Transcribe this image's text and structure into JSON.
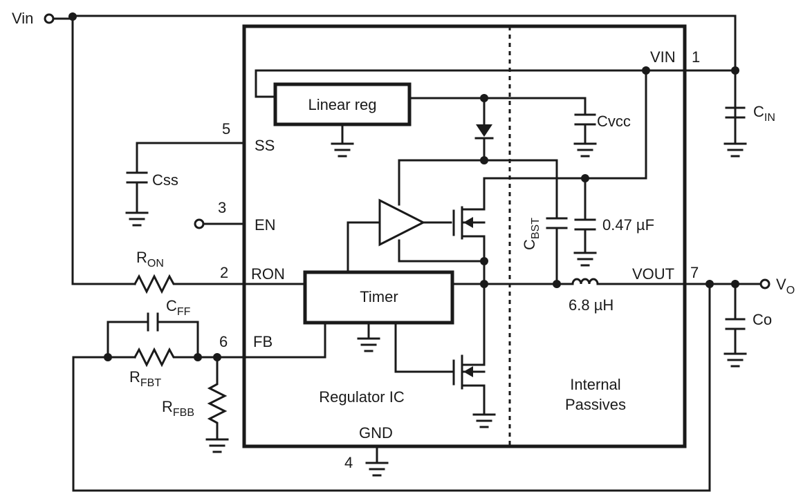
{
  "schematic": {
    "input_label": "Vin",
    "output_label": "V",
    "output_label_sub": "O",
    "ic_name": "Regulator IC",
    "internal_passives": [
      "Internal",
      "Passives"
    ],
    "blocks": {
      "linear_reg": "Linear reg",
      "timer": "Timer"
    },
    "pins": [
      {
        "number": "1",
        "name": "VIN"
      },
      {
        "number": "2",
        "name": "RON"
      },
      {
        "number": "3",
        "name": "EN"
      },
      {
        "number": "4",
        "name": "GND"
      },
      {
        "number": "5",
        "name": "SS"
      },
      {
        "number": "6",
        "name": "FB"
      },
      {
        "number": "7",
        "name": "VOUT"
      }
    ],
    "components": {
      "cin": {
        "main": "C",
        "sub": "IN"
      },
      "cvcc": "Cvcc",
      "css": "Css",
      "ron": {
        "main": "R",
        "sub": "ON"
      },
      "cff": {
        "main": "C",
        "sub": "FF"
      },
      "rfbt": {
        "main": "R",
        "sub": "FBT"
      },
      "rfbb": {
        "main": "R",
        "sub": "FBB"
      },
      "cbst": {
        "main": "C",
        "sub": "BST"
      },
      "c_internal": "0.47 µF",
      "inductor": "6.8 µH",
      "co": "Co"
    }
  }
}
